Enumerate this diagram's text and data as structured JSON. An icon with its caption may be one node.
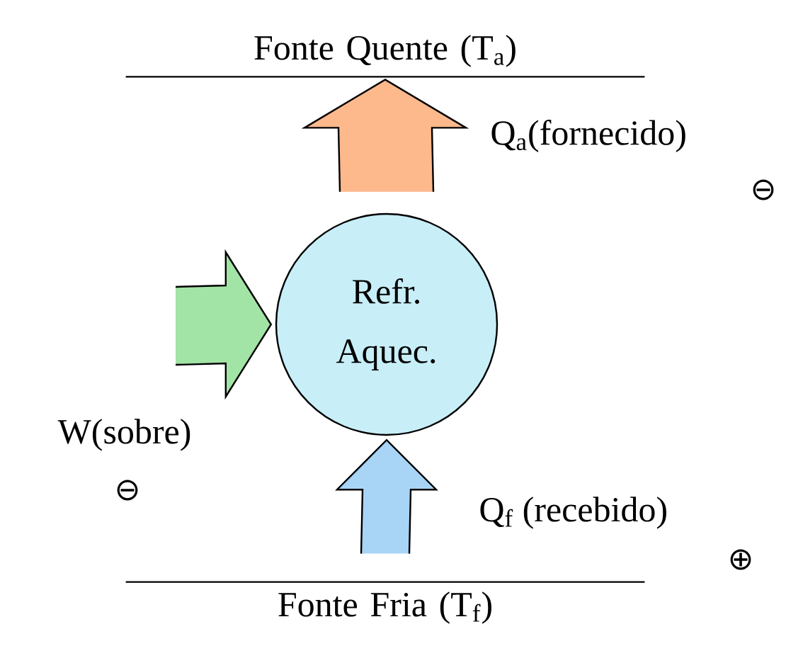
{
  "diagram": {
    "nodes": [
      {
        "text": [
          "Fonte Quente (T$_{a}$)"
        ]
      },
      {
        "text": [
          "Refr. Aquec."
        ]
      },
      {
        "text": [
          "Fonte Fria (T$_{f}$)"
        ]
      }
    ],
    "edges": [
      {
        "from": 1,
        "to": 0,
        "arrow": "to",
        "label": "Q$_{a}$(fornecido)",
        "color": "#fdb88c"
      },
      {
        "from": 2,
        "to": 1,
        "arrow": "to",
        "label": "Q$_{f}$ (recebido)",
        "color": "#a8d4f6"
      },
      {
        "from": null,
        "to": 1,
        "arrow": "to",
        "label": "W(sobre)",
        "color": "#a2e4a5"
      }
    ],
    "labels": [
      "⊖",
      "⊖",
      "⊕"
    ]
  }
}
